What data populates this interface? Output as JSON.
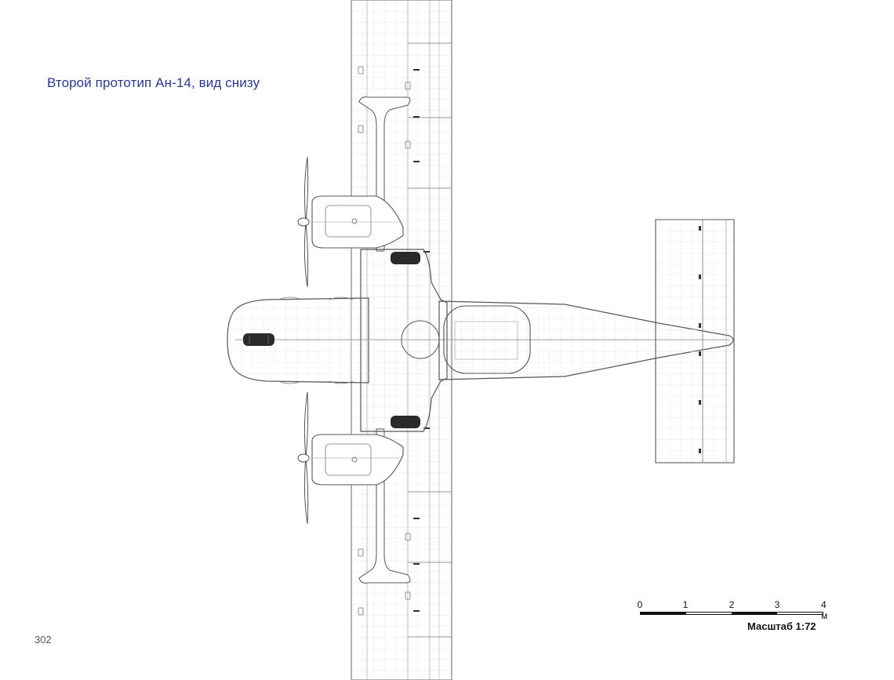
{
  "caption": "Второй прототип Ан-14, вид снизу",
  "page_number": "302",
  "scale": {
    "ticks": [
      "0",
      "1",
      "2",
      "3",
      "4 м"
    ],
    "title": "Масштаб 1:72"
  },
  "colors": {
    "caption": "#2a3a8a",
    "line": "#555555",
    "tire": "#222222"
  }
}
